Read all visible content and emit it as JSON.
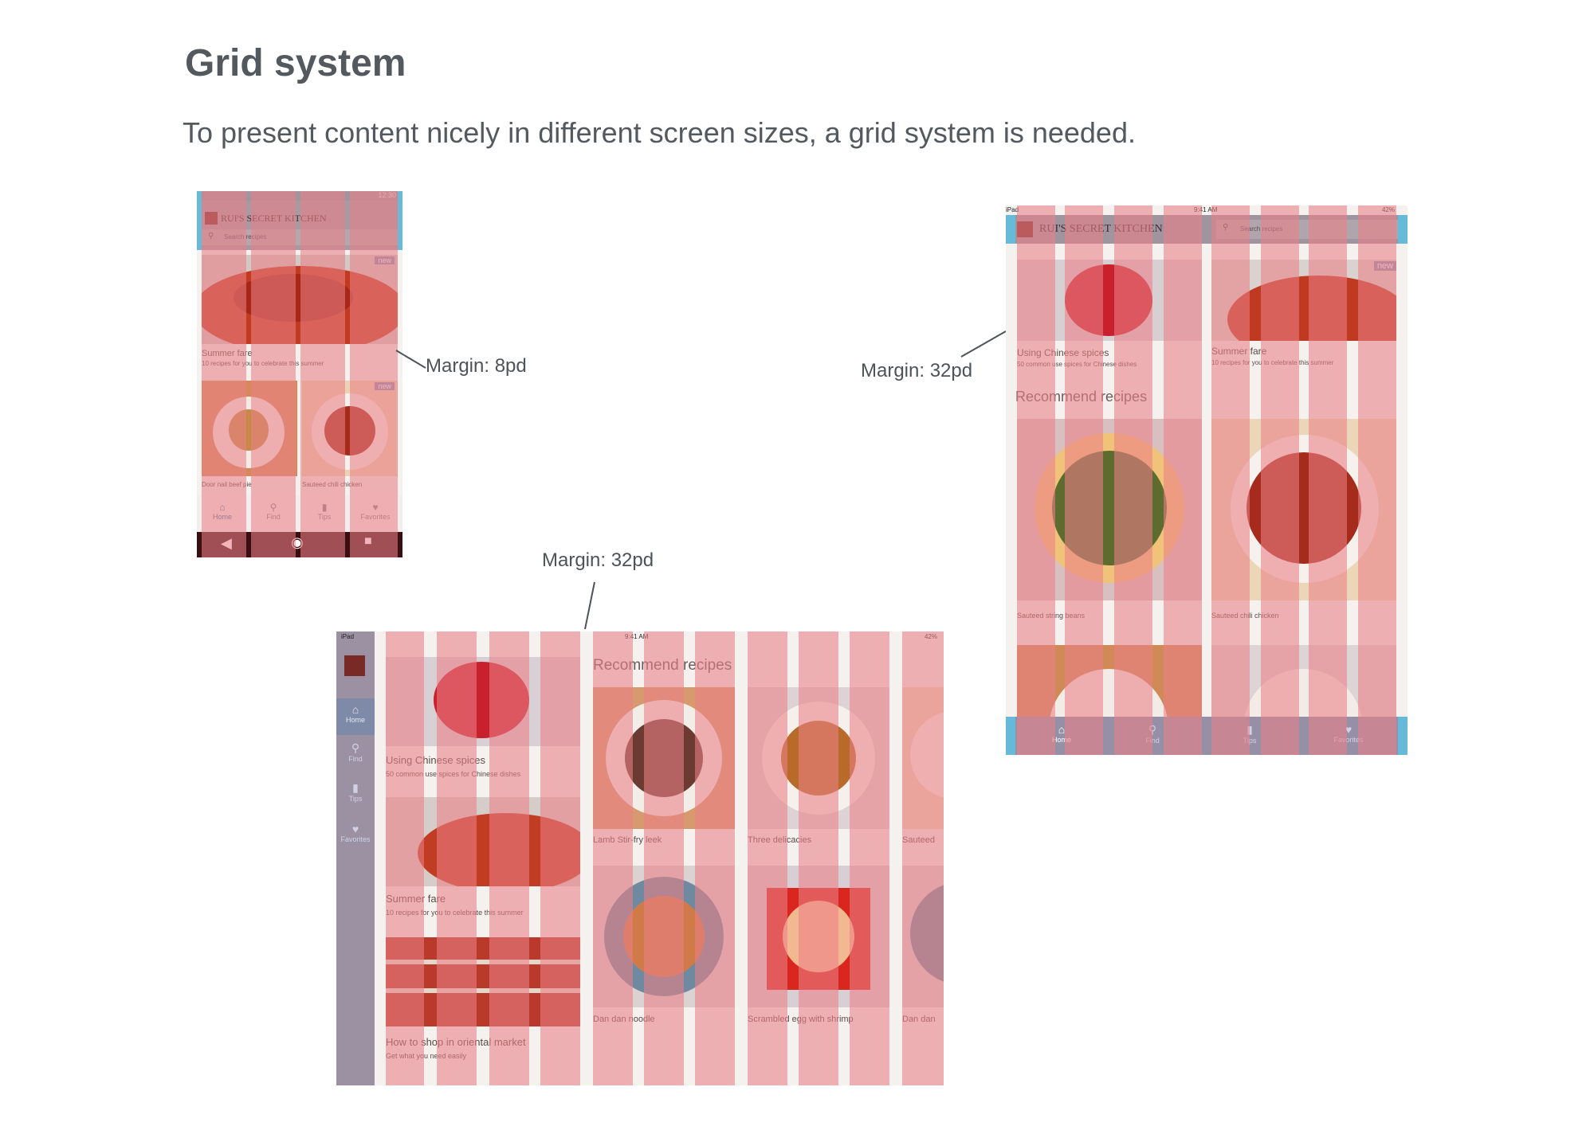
{
  "page": {
    "title": "Grid system",
    "subtitle": "To present content nicely in different screen sizes, a grid system is needed."
  },
  "annotations": {
    "phone_margin": "Margin: 8pd",
    "tablet_portrait_margin": "Margin: 32pd",
    "tablet_landscape_margin": "Margin: 32pd"
  },
  "phone": {
    "status_time": "12:30",
    "app_title": "RUI'S SECRET KITCHEN",
    "search_placeholder": "Search recipes",
    "badge_new": "new",
    "card1": {
      "title": "Summer fare",
      "subtitle": "10 recipes for you to celebrate this summer"
    },
    "tile1": "Door nail beef pie",
    "tile2": "Sauteed chili chicken",
    "nav": [
      "Home",
      "Find",
      "Tips",
      "Favorites"
    ]
  },
  "tablet_portrait": {
    "status_left": "iPad",
    "status_time": "9:41 AM",
    "status_battery": "42%",
    "app_title": "RUI'S SECRET KITCHEN",
    "search_placeholder": "Search recipes",
    "badge_new": "new",
    "card1": {
      "title": "Using Chinese spices",
      "subtitle": "50 common use spices for Chinese dishes"
    },
    "card2": {
      "title": "Summer fare",
      "subtitle": "10 recipes for you to celebrate this summer"
    },
    "section": "Recommend recipes",
    "tiles": [
      "Sauteed string beans",
      "Sauteed chili chicken"
    ],
    "nav": [
      "Home",
      "Find",
      "Tips",
      "Favorites"
    ]
  },
  "tablet_landscape": {
    "status_left": "iPad",
    "status_time": "9:41 AM",
    "status_battery": "42%",
    "sidebar_nav": [
      "Home",
      "Find",
      "Tips",
      "Favorites"
    ],
    "card1": {
      "title": "Using Chinese spices",
      "subtitle": "50 common use spices for Chinese dishes"
    },
    "card2": {
      "title": "Summer fare",
      "subtitle": "10 recipes for you to celebrate this summer"
    },
    "card3": {
      "title": "How to shop in oriental market",
      "subtitle": "Get what you need easily"
    },
    "section": "Recommend recipes",
    "tiles_row1": [
      "Lamb Stir-fry leek",
      "Three delicacies",
      "Sauteed"
    ],
    "tiles_row2": [
      "Dan dan noodle",
      "Scrambled egg with shrimp",
      "Dan dan"
    ]
  },
  "colors": {
    "column_overlay": "#eb8087",
    "gutter": "#ffffff",
    "margin_bar": "#60bede",
    "app_header": "#a0959f",
    "android_navbar": "#3a0d10",
    "tab_active": "#3e6fa8"
  },
  "icons": [
    "logo-icon",
    "search-icon",
    "home-icon",
    "find-icon",
    "tips-icon",
    "favorites-icon",
    "back-icon",
    "home-circle-icon",
    "recents-icon",
    "wifi-icon",
    "battery-icon"
  ]
}
